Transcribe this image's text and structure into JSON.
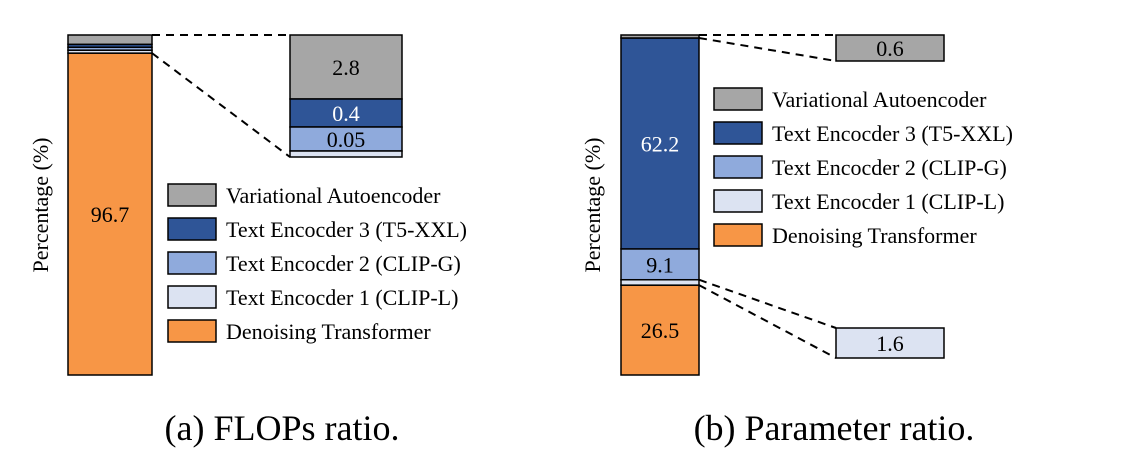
{
  "chart_data": [
    {
      "type": "bar",
      "stacked": true,
      "caption": "(a) FLOPs ratio.",
      "ylabel": "Percentage (%)",
      "ylim": [
        0,
        100
      ],
      "components": [
        {
          "name": "Denoising Transformer",
          "value": 96.7,
          "label": "96.7",
          "color": "#F79646"
        },
        {
          "name": "Text Encocder 1 (CLIP-L)",
          "value": 0.05,
          "label": "",
          "color": "#DCE3F2"
        },
        {
          "name": "Text Encocder 2 (CLIP-G)",
          "value": 0.05,
          "label": "0.05",
          "color": "#8FAADC"
        },
        {
          "name": "Text Encocder 3 (T5-XXL)",
          "value": 0.4,
          "label": "0.4",
          "color": "#2F5597"
        },
        {
          "name": "Variational Autoencoder",
          "value": 2.8,
          "label": "2.8",
          "color": "#A6A6A6"
        }
      ],
      "legend": [
        {
          "name": "Variational Autoencoder",
          "color": "#A6A6A6"
        },
        {
          "name": "Text Encocder 3 (T5-XXL)",
          "color": "#2F5597"
        },
        {
          "name": "Text Encocder 2 (CLIP-G)",
          "color": "#8FAADC"
        },
        {
          "name": "Text Encocder 1 (CLIP-L)",
          "color": "#DCE3F2"
        },
        {
          "name": "Denoising Transformer",
          "color": "#F79646"
        }
      ],
      "zoom_inset": {
        "segments": [
          {
            "name": "Variational Autoencoder",
            "label": "2.8",
            "color": "#A6A6A6",
            "text_color": "#000000"
          },
          {
            "name": "Text Encocder 3 (T5-XXL)",
            "label": "0.4",
            "color": "#2F5597",
            "text_color": "#ffffff"
          },
          {
            "name": "Text Encocder 2 (CLIP-G)",
            "label": "0.05",
            "color": "#8FAADC",
            "text_color": "#000000"
          },
          {
            "name": "Text Encocder 1 (CLIP-L)",
            "label": "",
            "color": "#DCE3F2",
            "text_color": "#000000"
          }
        ]
      }
    },
    {
      "type": "bar",
      "stacked": true,
      "caption": "(b) Parameter ratio.",
      "ylabel": "Percentage (%)",
      "ylim": [
        0,
        100
      ],
      "components": [
        {
          "name": "Denoising Transformer",
          "value": 26.5,
          "label": "26.5",
          "color": "#F79646"
        },
        {
          "name": "Text Encocder 1 (CLIP-L)",
          "value": 1.6,
          "label": "1.6",
          "color": "#DCE3F2"
        },
        {
          "name": "Text Encocder 2 (CLIP-G)",
          "value": 9.1,
          "label": "9.1",
          "color": "#8FAADC"
        },
        {
          "name": "Text Encocder 3 (T5-XXL)",
          "value": 62.2,
          "label": "62.2",
          "color": "#2F5597"
        },
        {
          "name": "Variational Autoencoder",
          "value": 0.6,
          "label": "0.6",
          "color": "#A6A6A6"
        }
      ],
      "legend": [
        {
          "name": "Variational Autoencoder",
          "color": "#A6A6A6"
        },
        {
          "name": "Text Encocder 3 (T5-XXL)",
          "color": "#2F5597"
        },
        {
          "name": "Text Encocder 2 (CLIP-G)",
          "color": "#8FAADC"
        },
        {
          "name": "Text Encocder 1 (CLIP-L)",
          "color": "#DCE3F2"
        },
        {
          "name": "Denoising Transformer",
          "color": "#F79646"
        }
      ],
      "callouts": [
        {
          "name": "Variational Autoencoder",
          "label": "0.6",
          "color": "#A6A6A6"
        },
        {
          "name": "Text Encocder 1 (CLIP-L)",
          "label": "1.6",
          "color": "#DCE3F2"
        }
      ]
    }
  ]
}
